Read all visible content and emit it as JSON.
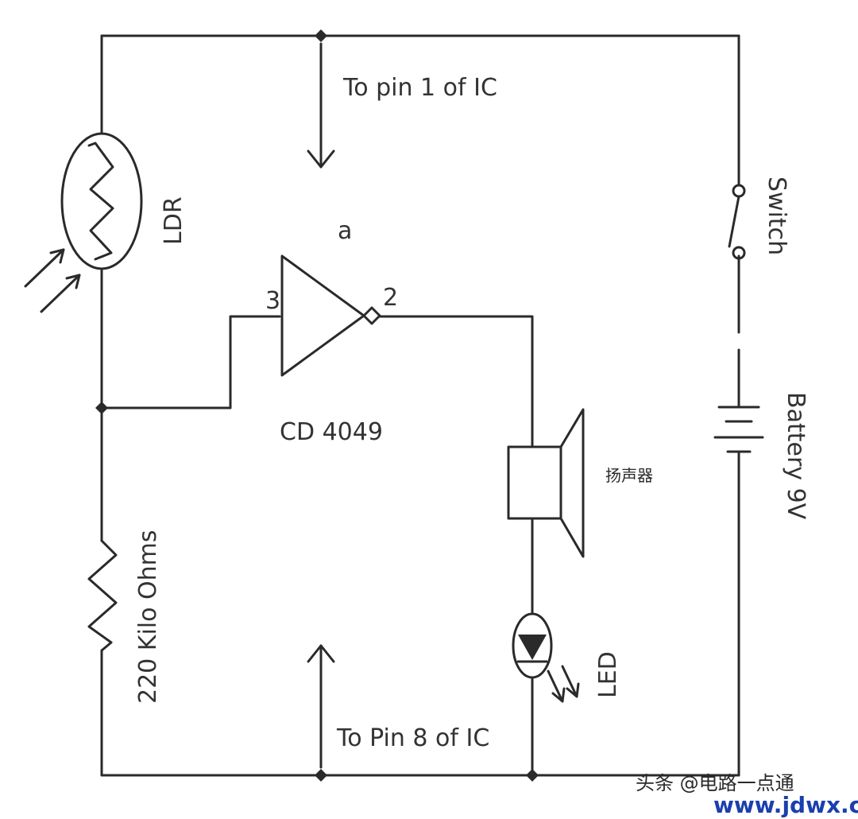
{
  "labels": {
    "ldr": "LDR",
    "resistor": "220 Kilo Ohms",
    "ic": "CD 4049",
    "pin_top": "a",
    "pin_in": "3",
    "pin_out": "2",
    "speaker": "扬声器",
    "led": "LED",
    "switch": "Switch",
    "battery": "Battery 9V",
    "to_pin1": "To pin 1 of IC",
    "to_pin8": "To Pin 8 of IC"
  },
  "watermark": {
    "source": "头条 @电路一点通",
    "url": "www.jdwx.cn"
  },
  "colors": {
    "ink": "#2a2a2a",
    "watermark_blue": "#1a3fae"
  }
}
